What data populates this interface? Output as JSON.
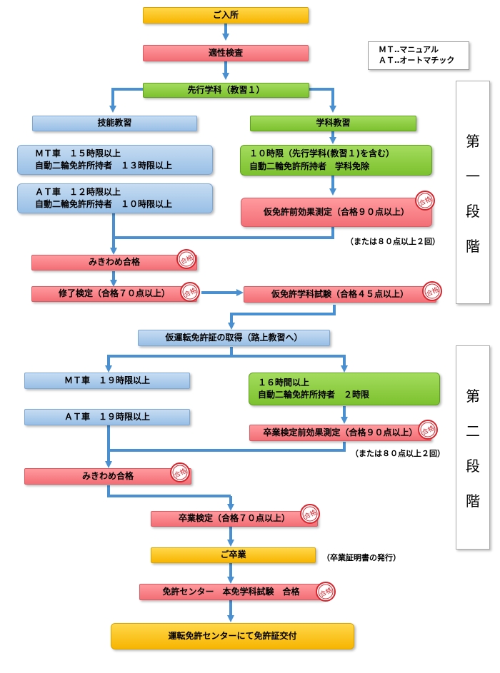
{
  "legend": {
    "mt": "ＭＴ‥マニュアル",
    "at": "ＡＴ‥オートマチック"
  },
  "stages": {
    "stage1": [
      "第",
      "一",
      "段",
      "階"
    ],
    "stage2": [
      "第",
      "二",
      "段",
      "階"
    ]
  },
  "flow": {
    "admission": "ご入所",
    "aptitude": "適性検査",
    "preceding_lecture": "先行学科（教習１）",
    "skills_training": "技能教習",
    "academic_training": "学科教習",
    "mt1": {
      "line1": "ＭＴ車　１５時限以上",
      "line2": "自動二輪免許所持者　１３時限以上"
    },
    "at1": {
      "line1": "ＡＴ車　１２時限以上",
      "line2": "自動二輪免許所持者　１０時限以上"
    },
    "academic1": {
      "line1": "１０時限（先行学科(教習１)を含む）",
      "line2": "自動二輪免許所持者　学科免除"
    },
    "pre_license_effect_test": "仮免許前効果測定（合格９０点以上）",
    "note1": "（または８０点以上２回）",
    "mikiwame1": "みきわめ合格",
    "completion_test": "修了検定（合格７０点以上）",
    "provisional_written_test": "仮免許学科試験（合格４５点以上）",
    "provisional_license": "仮運転免許証の取得（路上教習へ）",
    "mt2": "ＭＴ車　１９時限以上",
    "at2": "ＡＴ車　１９時限以上",
    "academic2": {
      "line1": "１６時間以上",
      "line2": "自動二輪免許所持者　２時限"
    },
    "graduation_effect_test": "卒業検定前効果測定（合格９０点以上）",
    "note2": "（または８０点以上２回）",
    "mikiwame2": "みきわめ合格",
    "graduation_test": "卒業検定（合格７０点以上）",
    "graduation": "ご卒業",
    "graduation_note": "（卒業証明書の発行）",
    "license_center_test": "免許センター　本免学科試験　合格",
    "license_issue": "運転免許センターにて免許証交付"
  },
  "stamp_label": "合格",
  "colors": {
    "yellow": "#f7b500",
    "pink": "#f26f76",
    "blue": "#98bfe6",
    "green": "#7cc12e",
    "arrow": "#4a90d0",
    "stamp": "#d7262e"
  }
}
